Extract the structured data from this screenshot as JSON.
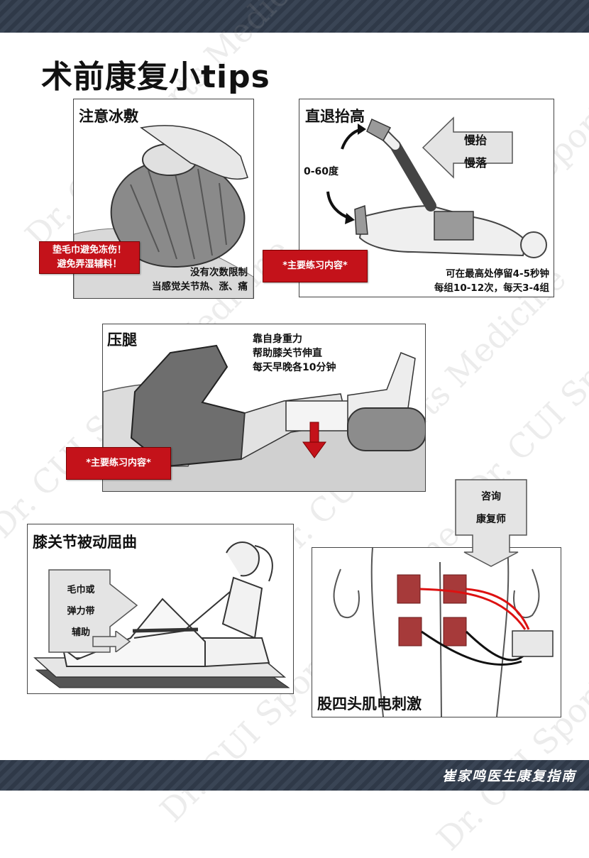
{
  "page": {
    "title": "术前康复小tips",
    "footer": "崔家鸣医生康复指南",
    "watermark": "Dr. CUI Sports Medicine"
  },
  "colors": {
    "band": "#2f3948",
    "accent_red": "#c4121a",
    "grey_box": "#e4e4e4"
  },
  "icing": {
    "title": "注意冰敷",
    "warning_line1": "垫毛巾避免冻伤！",
    "warning_line2": "避免弄湿辅料！",
    "note_line1": "没有次数限制",
    "note_line2": "当感觉关节热、涨、痛"
  },
  "straight_leg_raise": {
    "title": "直退抬高",
    "angle": "0-60度",
    "arrow_line1": "慢抬",
    "arrow_line2": "慢落",
    "main_badge": "*主要练习内容*",
    "note_line1": "可在最高处停留4-5秒钟",
    "note_line2": "每组10-12次，每天3-4组"
  },
  "leg_press": {
    "title": "压腿",
    "note_line1": "靠自身重力",
    "note_line2": "帮助膝关节伸直",
    "note_line3": "每天早晚各10分钟",
    "main_badge": "*主要练习内容*"
  },
  "passive_flexion": {
    "title": "膝关节被动屈曲",
    "aid_line1": "毛巾或",
    "aid_line2": "弹力带",
    "aid_line3": "辅助"
  },
  "ems": {
    "title": "股四头肌电刺激",
    "consult_line1": "咨询",
    "consult_line2": "康复师"
  }
}
